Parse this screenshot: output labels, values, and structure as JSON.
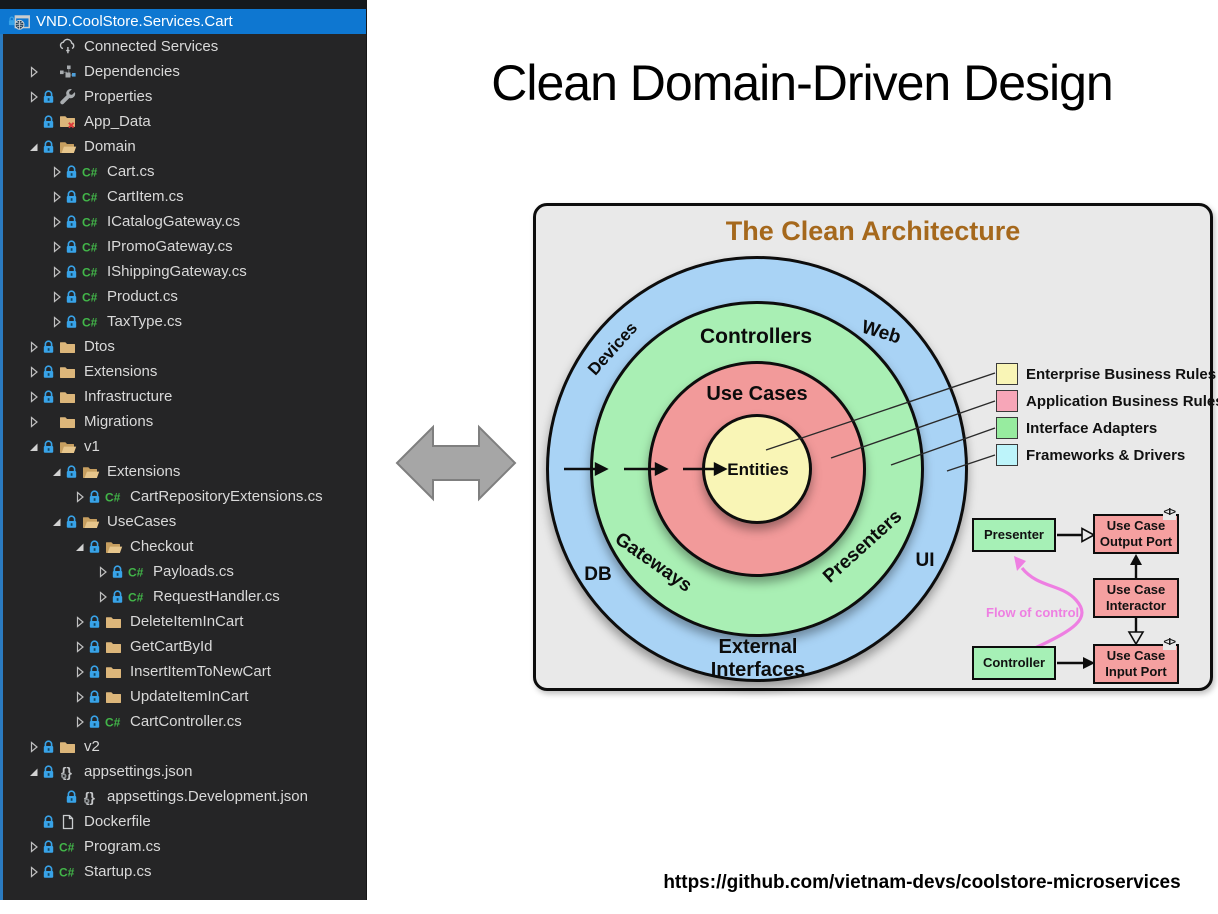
{
  "solution_explorer": {
    "items": [
      {
        "label": "VND.CoolStore.Services.Cart",
        "depth": 0,
        "arrow": "none",
        "lock": false,
        "icon": "project",
        "selected": true
      },
      {
        "label": "Connected Services",
        "depth": 1,
        "arrow": "none",
        "lock": false,
        "icon": "cloud-services",
        "selected": false
      },
      {
        "label": "Dependencies",
        "depth": 1,
        "arrow": "collapsed",
        "lock": false,
        "icon": "dependencies",
        "selected": false
      },
      {
        "label": "Properties",
        "depth": 1,
        "arrow": "collapsed",
        "lock": true,
        "icon": "wrench",
        "selected": false
      },
      {
        "label": "App_Data",
        "depth": 1,
        "arrow": "none",
        "lock": true,
        "icon": "folder-x",
        "selected": false
      },
      {
        "label": "Domain",
        "depth": 1,
        "arrow": "expanded",
        "lock": true,
        "icon": "folder-open",
        "selected": false
      },
      {
        "label": "Cart.cs",
        "depth": 2,
        "arrow": "collapsed",
        "lock": true,
        "icon": "csharp",
        "selected": false
      },
      {
        "label": "CartItem.cs",
        "depth": 2,
        "arrow": "collapsed",
        "lock": true,
        "icon": "csharp",
        "selected": false
      },
      {
        "label": "ICatalogGateway.cs",
        "depth": 2,
        "arrow": "collapsed",
        "lock": true,
        "icon": "csharp",
        "selected": false
      },
      {
        "label": "IPromoGateway.cs",
        "depth": 2,
        "arrow": "collapsed",
        "lock": true,
        "icon": "csharp",
        "selected": false
      },
      {
        "label": "IShippingGateway.cs",
        "depth": 2,
        "arrow": "collapsed",
        "lock": true,
        "icon": "csharp",
        "selected": false
      },
      {
        "label": "Product.cs",
        "depth": 2,
        "arrow": "collapsed",
        "lock": true,
        "icon": "csharp",
        "selected": false
      },
      {
        "label": "TaxType.cs",
        "depth": 2,
        "arrow": "collapsed",
        "lock": true,
        "icon": "csharp",
        "selected": false
      },
      {
        "label": "Dtos",
        "depth": 1,
        "arrow": "collapsed",
        "lock": true,
        "icon": "folder",
        "selected": false
      },
      {
        "label": "Extensions",
        "depth": 1,
        "arrow": "collapsed",
        "lock": true,
        "icon": "folder",
        "selected": false
      },
      {
        "label": "Infrastructure",
        "depth": 1,
        "arrow": "collapsed",
        "lock": true,
        "icon": "folder",
        "selected": false
      },
      {
        "label": "Migrations",
        "depth": 1,
        "arrow": "collapsed",
        "lock": false,
        "icon": "folder",
        "selected": false
      },
      {
        "label": "v1",
        "depth": 1,
        "arrow": "expanded",
        "lock": true,
        "icon": "folder-open",
        "selected": false
      },
      {
        "label": "Extensions",
        "depth": 2,
        "arrow": "expanded",
        "lock": true,
        "icon": "folder-open",
        "selected": false
      },
      {
        "label": "CartRepositoryExtensions.cs",
        "depth": 3,
        "arrow": "collapsed",
        "lock": true,
        "icon": "csharp",
        "selected": false
      },
      {
        "label": "UseCases",
        "depth": 2,
        "arrow": "expanded",
        "lock": true,
        "icon": "folder-open",
        "selected": false
      },
      {
        "label": "Checkout",
        "depth": 3,
        "arrow": "expanded",
        "lock": true,
        "icon": "folder-open",
        "selected": false
      },
      {
        "label": "Payloads.cs",
        "depth": 4,
        "arrow": "collapsed",
        "lock": true,
        "icon": "csharp",
        "selected": false
      },
      {
        "label": "RequestHandler.cs",
        "depth": 4,
        "arrow": "collapsed",
        "lock": true,
        "icon": "csharp",
        "selected": false
      },
      {
        "label": "DeleteItemInCart",
        "depth": 3,
        "arrow": "collapsed",
        "lock": true,
        "icon": "folder",
        "selected": false
      },
      {
        "label": "GetCartById",
        "depth": 3,
        "arrow": "collapsed",
        "lock": true,
        "icon": "folder",
        "selected": false
      },
      {
        "label": "InsertItemToNewCart",
        "depth": 3,
        "arrow": "collapsed",
        "lock": true,
        "icon": "folder",
        "selected": false
      },
      {
        "label": "UpdateItemInCart",
        "depth": 3,
        "arrow": "collapsed",
        "lock": true,
        "icon": "folder",
        "selected": false
      },
      {
        "label": "CartController.cs",
        "depth": 3,
        "arrow": "collapsed",
        "lock": true,
        "icon": "csharp",
        "selected": false
      },
      {
        "label": "v2",
        "depth": 1,
        "arrow": "collapsed",
        "lock": true,
        "icon": "folder",
        "selected": false
      },
      {
        "label": "appsettings.json",
        "depth": 1,
        "arrow": "expanded",
        "lock": true,
        "icon": "json",
        "selected": false
      },
      {
        "label": "appsettings.Development.json",
        "depth": 2,
        "arrow": "none",
        "lock": true,
        "icon": "json",
        "selected": false
      },
      {
        "label": "Dockerfile",
        "depth": 1,
        "arrow": "none",
        "lock": true,
        "icon": "file",
        "selected": false
      },
      {
        "label": "Program.cs",
        "depth": 1,
        "arrow": "collapsed",
        "lock": true,
        "icon": "csharp",
        "selected": false
      },
      {
        "label": "Startup.cs",
        "depth": 1,
        "arrow": "collapsed",
        "lock": true,
        "icon": "csharp",
        "selected": false
      }
    ]
  },
  "slide": {
    "title": "Clean Domain-Driven Design",
    "footer_url": "https://github.com/vietnam-devs/coolstore-microservices",
    "diagram": {
      "title": "The Clean Architecture",
      "ring_labels": {
        "controllers": "Controllers",
        "use_cases": "Use Cases",
        "entities": "Entities",
        "devices": "Devices",
        "web": "Web",
        "db": "DB",
        "ui": "UI",
        "gateways": "Gateways",
        "presenters": "Presenters",
        "external_interfaces": "External Interfaces"
      },
      "legend": [
        {
          "label": "Enterprise Business Rules",
          "color": "#f9f5b6"
        },
        {
          "label": "Application Business Rules",
          "color": "#f7a6b8"
        },
        {
          "label": "Interface Adapters",
          "color": "#97ec9f"
        },
        {
          "label": "Frameworks & Drivers",
          "color": "#bdf4fa"
        }
      ],
      "flow": {
        "presenter": "Presenter",
        "controller": "Controller",
        "output_port": "Use Case Output Port",
        "interactor": "Use Case Interactor",
        "input_port": "Use Case Input Port",
        "flow_label": "Flow of control",
        "interface_marker": "<I>"
      }
    }
  },
  "colors": {
    "ring_frameworks": "#a9d3f5",
    "ring_adapters": "#a9efb4",
    "ring_application": "#f29a9a",
    "ring_enterprise": "#f9f5b6",
    "box_green": "#a6f0b6",
    "box_pink": "#f5a0a0",
    "selection_blue": "#0e77d1",
    "diagram_title_brown": "#a5681c",
    "flow_pink": "#ee7fe2",
    "folder_tan": "#dcb67a",
    "lock_blue": "#38a3e8",
    "csharp_green": "#42b649"
  }
}
